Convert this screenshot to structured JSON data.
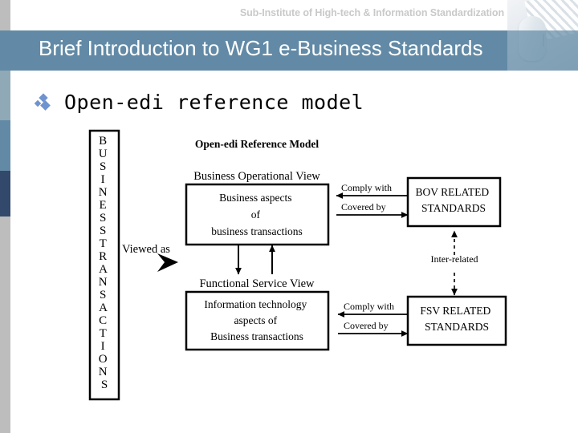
{
  "slide": {
    "subtitle": "Sub-Institute of High-tech & Information Standardization",
    "title": "Brief Introduction to WG1  e-Business Standards",
    "heading": "Open-edi reference model",
    "bullet_icon": "diamond-bullet-icon",
    "colors": {
      "title_bar": "#628aa6",
      "rail_gray": "#bdbdbd",
      "rail_light_blue": "#8fa9b7",
      "rail_mid_blue": "#628aa6",
      "rail_dark_blue": "#33496b",
      "bullet_blue": "#6f93cf",
      "subtitle_gray": "#c9c9c9",
      "title_text": "#ffffff",
      "diagram_stroke": "#000000",
      "background": "#ffffff"
    }
  },
  "diagram": {
    "title": "Open-edi Reference Model",
    "vertical_label": {
      "name": "business-transactions-label",
      "lines": [
        "B",
        "U",
        "S",
        "I",
        "N",
        "E",
        "S",
        "S",
        "",
        "T",
        "R",
        "A",
        "N",
        "S",
        "A",
        "C",
        "T",
        "I",
        "O",
        "N",
        "S"
      ],
      "text": "BUSINESS TRANSACTIONS"
    },
    "viewed_as_label": "Viewed as",
    "bov": {
      "header": "Business  Operational  View",
      "body_lines": [
        "Business aspects",
        "of",
        "business transactions"
      ]
    },
    "fsv": {
      "header": "Functional  Service  View",
      "body_lines": [
        "Information technology",
        "aspects of",
        "Business transactions"
      ]
    },
    "bov_standards": {
      "lines": [
        "BOV RELATED",
        "STANDARDS"
      ]
    },
    "fsv_standards": {
      "lines": [
        "FSV RELATED",
        "STANDARDS"
      ]
    },
    "edge_labels": {
      "bov_comply": "Comply with",
      "bov_covered": "Covered by",
      "fsv_comply": "Comply with",
      "fsv_covered": "Covered by",
      "inter_related": "Inter-related"
    }
  }
}
